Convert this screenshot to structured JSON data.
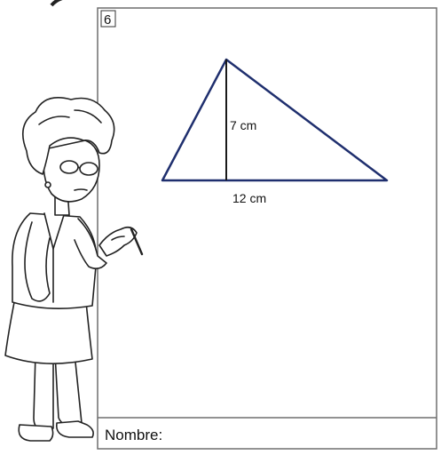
{
  "card": {
    "number": "6",
    "name_label": "Nombre:"
  },
  "figure": {
    "height_label": "7 cm",
    "base_label": "12 cm",
    "triangle_color": "#1f2f6e",
    "height_line_color": "#1a1a1a"
  },
  "illustration": {
    "subject": "cartoon teacher holding a pen"
  }
}
